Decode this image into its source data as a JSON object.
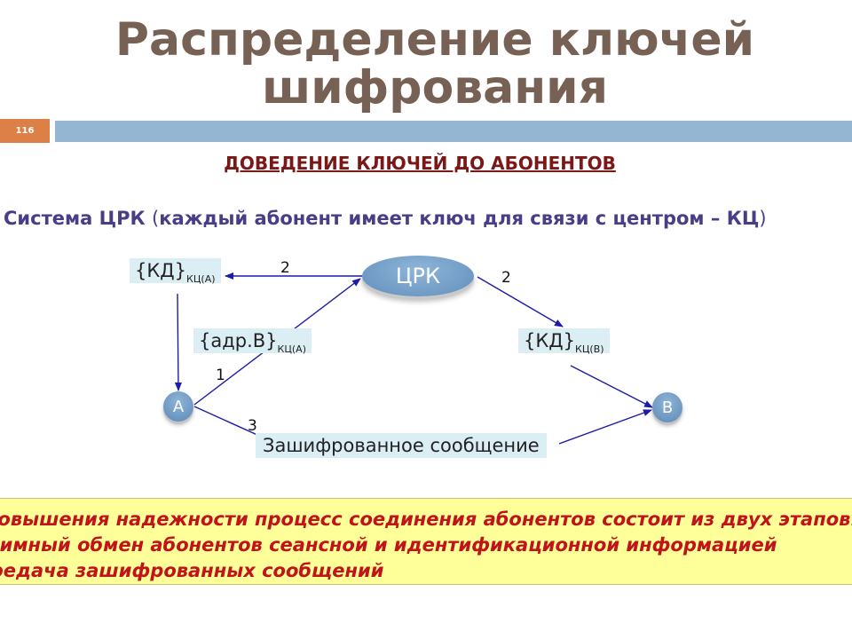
{
  "slide": {
    "title_line1": "Распределение ключей",
    "title_line2": "шифрования",
    "slide_number": "116",
    "subheading": "ДОВЕДЕНИЕ КЛЮЧЕЙ ДО АБОНЕНТОВ",
    "intro_main": "Система ЦРК ",
    "intro_paren_open": "(",
    "intro_detail": "каждый абонент имеет ключ для связи с центром – КЦ",
    "intro_paren_close": ")"
  },
  "diagram": {
    "center_node": "ЦРК",
    "node_a": "A",
    "node_b": "B",
    "box_kd_a": {
      "main": "{КД}",
      "sub": "КЦ(А)"
    },
    "box_addr_b": {
      "main": "{адр.B}",
      "sub": "КЦ(А)"
    },
    "box_kd_b": {
      "main": "{КД}",
      "sub": "КЦ(B)"
    },
    "box_message": "Зашифрованное сообщение",
    "step_labels": {
      "to_a": "2",
      "to_b": "2",
      "request": "1",
      "message": "3"
    }
  },
  "note": {
    "line1": "Для повышения надежности процесс соединения абонентов состоит из двух этапов:",
    "line2": "взаимный обмен абонентов сеансной и идентификационной информацией",
    "line3": "передача зашифрованных сообщений"
  },
  "colors": {
    "title": "#776155",
    "accent_orange": "#dd8047",
    "accent_blue": "#94b6d2",
    "subheading": "#7b1717",
    "intro": "#4a3d88",
    "arrow": "#1c1ca8",
    "box_fill": "#dbeef4",
    "note_fill": "#ffff99",
    "note_text": "#c0141a"
  }
}
